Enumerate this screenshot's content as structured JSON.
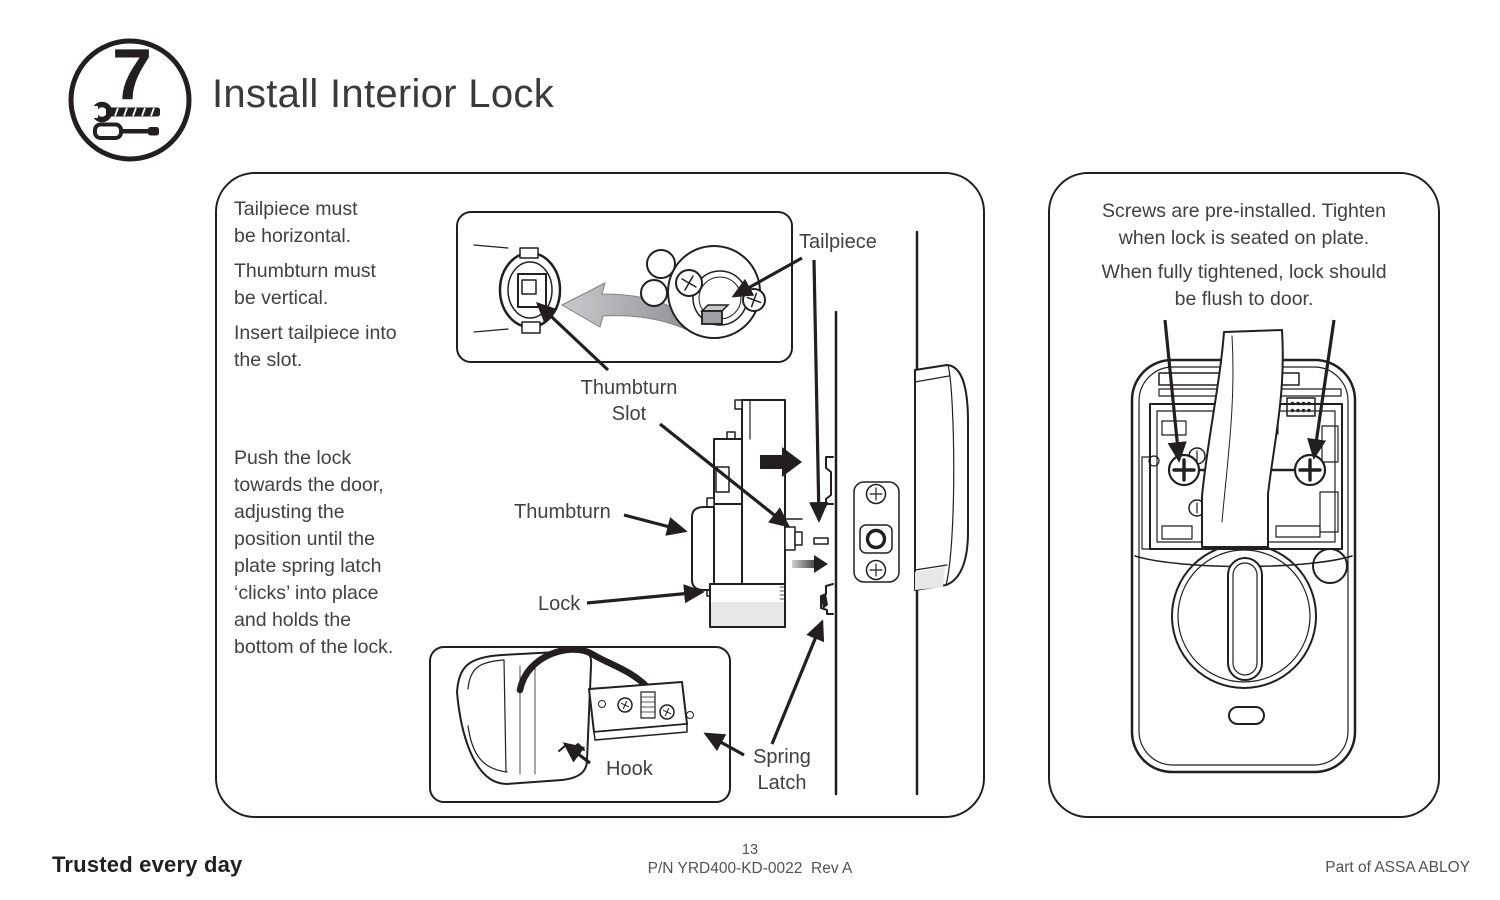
{
  "page": {
    "step_number": "7",
    "title": "Install Interior Lock"
  },
  "colors": {
    "line": "#231f20",
    "text": "#414042",
    "title_text": "#3a3a3c",
    "footer_text": "#515256",
    "light_gray": "#e6e7e8",
    "arrow_gray": "#a7a9ac"
  },
  "left_panel": {
    "instructions": [
      [
        "Tailpiece must",
        "be horizontal."
      ],
      [
        "Thumbturn must",
        "be vertical."
      ],
      [
        "Insert tailpiece into",
        "the slot."
      ]
    ],
    "push_instruction": [
      "Push the lock",
      "towards the door,",
      "adjusting the",
      "position until the",
      "plate spring latch",
      "‘clicks’ into place",
      "and holds the",
      "bottom of the lock."
    ],
    "labels": {
      "tailpiece": "Tailpiece",
      "thumbturn_slot": [
        "Thumbturn",
        "Slot"
      ],
      "thumbturn": "Thumbturn",
      "lock": "Lock",
      "hook": "Hook",
      "spring_latch": [
        "Spring",
        "Latch"
      ]
    }
  },
  "right_panel": {
    "instructions": [
      [
        "Screws are pre-installed. Tighten",
        "when lock is seated on plate."
      ],
      [
        "When fully tightened, lock should",
        "be flush to door."
      ]
    ]
  },
  "footer": {
    "tagline": "Trusted every day",
    "page_number": "13",
    "part_number": "P/N YRD400-KD-0022  Rev A",
    "brand_note": "Part of ASSA ABLOY"
  }
}
